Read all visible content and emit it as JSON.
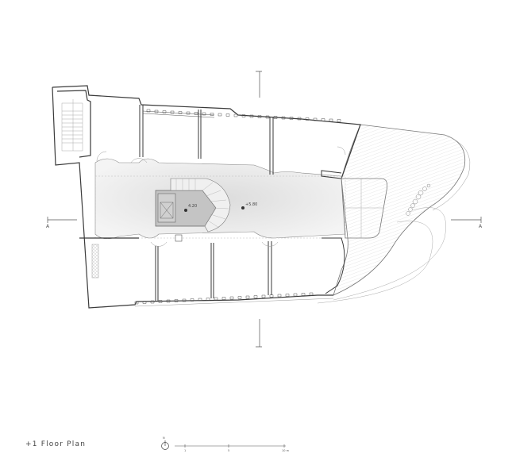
{
  "drawing": {
    "title": "+1 Floor Plan",
    "north_arrow_label": "N",
    "scale_bar": {
      "ticks": [
        "1",
        "5",
        "10 m"
      ]
    },
    "section_markers": {
      "left": "A",
      "right": "A"
    },
    "elevations": [
      {
        "label": "4.20"
      },
      {
        "label": "+5.80"
      }
    ]
  },
  "colors": {
    "wall": "#3a3a3a",
    "thin_line": "#9a9a9a",
    "core_fill": "#bdbdbd",
    "atrium_fill": "#ececec",
    "background": "#ffffff"
  }
}
